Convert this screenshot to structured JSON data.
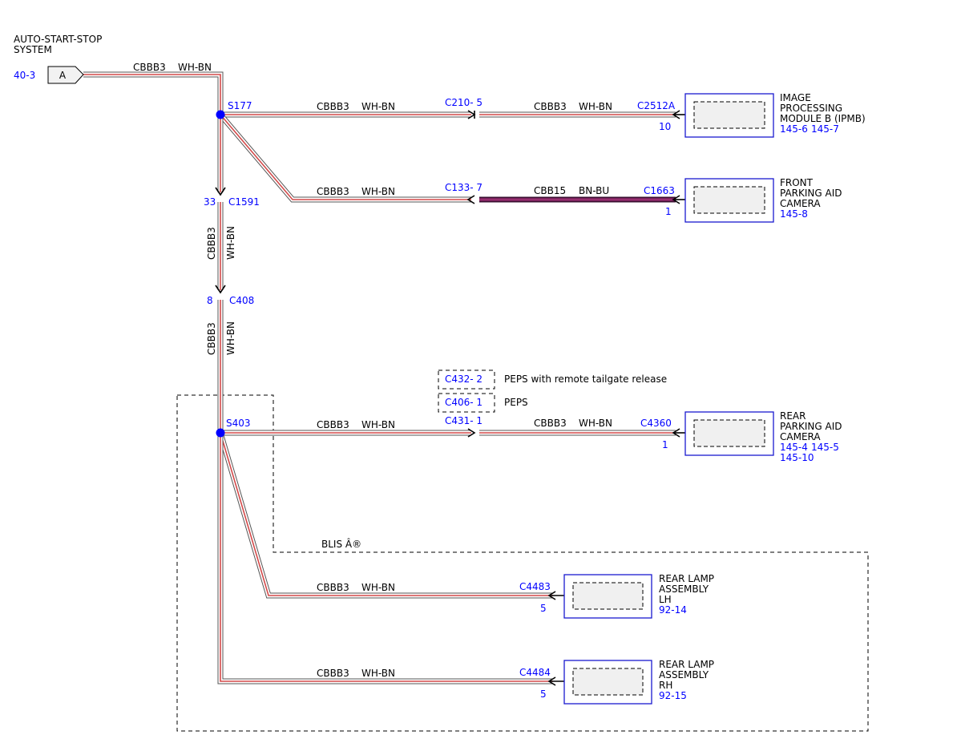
{
  "source": {
    "title_line1": "AUTO-START-STOP",
    "title_line2": "SYSTEM",
    "ref": "40-3",
    "connector_label": "A"
  },
  "wires": {
    "w_src": {
      "code": "CBBB3",
      "color": "WH-BN"
    },
    "w_ipmb_a": {
      "code": "CBBB3",
      "color": "WH-BN"
    },
    "w_ipmb_b": {
      "code": "CBBB3",
      "color": "WH-BN"
    },
    "w_front_a": {
      "code": "CBBB3",
      "color": "WH-BN"
    },
    "w_front_b": {
      "code": "CBB15",
      "color": "BN-BU"
    },
    "w_vert1": {
      "code": "CBBB3",
      "color": "WH-BN"
    },
    "w_vert2": {
      "code": "CBBB3",
      "color": "WH-BN"
    },
    "w_rear_a": {
      "code": "CBBB3",
      "color": "WH-BN"
    },
    "w_rear_b": {
      "code": "CBBB3",
      "color": "WH-BN"
    },
    "w_lh": {
      "code": "CBBB3",
      "color": "WH-BN"
    },
    "w_rh": {
      "code": "CBBB3",
      "color": "WH-BN"
    }
  },
  "splices": {
    "s177": "S177",
    "s403": "S403"
  },
  "connectors": {
    "c210": "C210- 5",
    "c133": "C133- 7",
    "c1591": {
      "name": "C1591",
      "pin": "33"
    },
    "c408": {
      "name": "C408",
      "pin": "8"
    },
    "c432": "C432- 2",
    "c406": "C406- 1",
    "c431": "C431- 1"
  },
  "option_notes": {
    "c432": "PEPS with remote tailgate release",
    "c406": "PEPS"
  },
  "region_label": "BLIS Â®",
  "modules": {
    "ipmb": {
      "connector": "C2512A",
      "pin": "10",
      "name_lines": [
        "IMAGE",
        "PROCESSING",
        "MODULE B (IPMB)"
      ],
      "refs": [
        "145-6",
        "145-7"
      ]
    },
    "front_cam": {
      "connector": "C1663",
      "pin": "1",
      "name_lines": [
        "FRONT",
        "PARKING AID",
        "CAMERA"
      ],
      "refs": [
        "145-8"
      ]
    },
    "rear_cam": {
      "connector": "C4360",
      "pin": "1",
      "name_lines": [
        "REAR",
        "PARKING AID",
        "CAMERA"
      ],
      "refs": [
        "145-4",
        "145-5",
        "145-10"
      ]
    },
    "lamp_lh": {
      "connector": "C4483",
      "pin": "5",
      "name_lines": [
        "REAR LAMP",
        "ASSEMBLY",
        "LH"
      ],
      "refs": [
        "92-14"
      ]
    },
    "lamp_rh": {
      "connector": "C4484",
      "pin": "5",
      "name_lines": [
        "REAR LAMP",
        "ASSEMBLY",
        "RH"
      ],
      "refs": [
        "92-15"
      ]
    }
  },
  "colors": {
    "reference_blue": "#0000ff",
    "splice_blue": "#0000ff",
    "module_border": "#1a1ad0",
    "wire_core_wh_bn": "#d44a4a",
    "wire_core_bn_bu": "#7a1f5c"
  }
}
